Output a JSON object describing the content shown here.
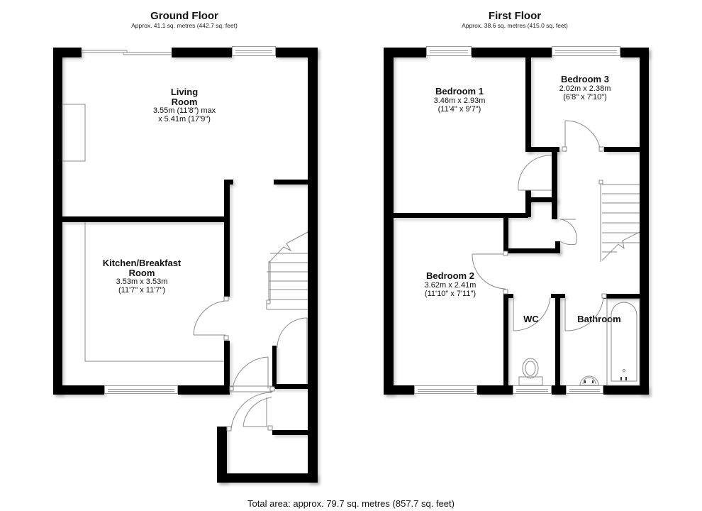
{
  "ground_floor": {
    "title": "Ground Floor",
    "area": "Approx. 41.1 sq. metres (442.7 sq. feet)",
    "rooms": [
      {
        "name_line1": "Living",
        "name_line2": "Room",
        "dim1": "3.55m (11'8\") max",
        "dim2": "x 5.41m (17'9\")"
      },
      {
        "name_line1": "Kitchen/Breakfast",
        "name_line2": "Room",
        "dim1": "3.53m x 3.53m",
        "dim2": "(11'7\" x 11'7\")"
      }
    ]
  },
  "first_floor": {
    "title": "First Floor",
    "area": "Approx. 38.6 sq. metres (415.0 sq. feet)",
    "rooms": [
      {
        "name": "Bedroom 1",
        "dim1": "3.46m x 2.93m",
        "dim2": "(11'4\" x 9'7\")"
      },
      {
        "name": "Bedroom 3",
        "dim1": "2.02m x 2.38m",
        "dim2": "(6'8\" x 7'10\")"
      },
      {
        "name": "Bedroom 2",
        "dim1": "3.62m x 2.41m",
        "dim2": "(11'10\" x 7'11\")"
      },
      {
        "name": "WC"
      },
      {
        "name": "Bathroom"
      }
    ]
  },
  "footer": {
    "total_area": "Total area: approx. 79.7 sq. metres (857.7 sq. feet)"
  },
  "colors": {
    "wall": "#000000",
    "fixture_line": "#8a8a8a",
    "background": "#ffffff"
  }
}
